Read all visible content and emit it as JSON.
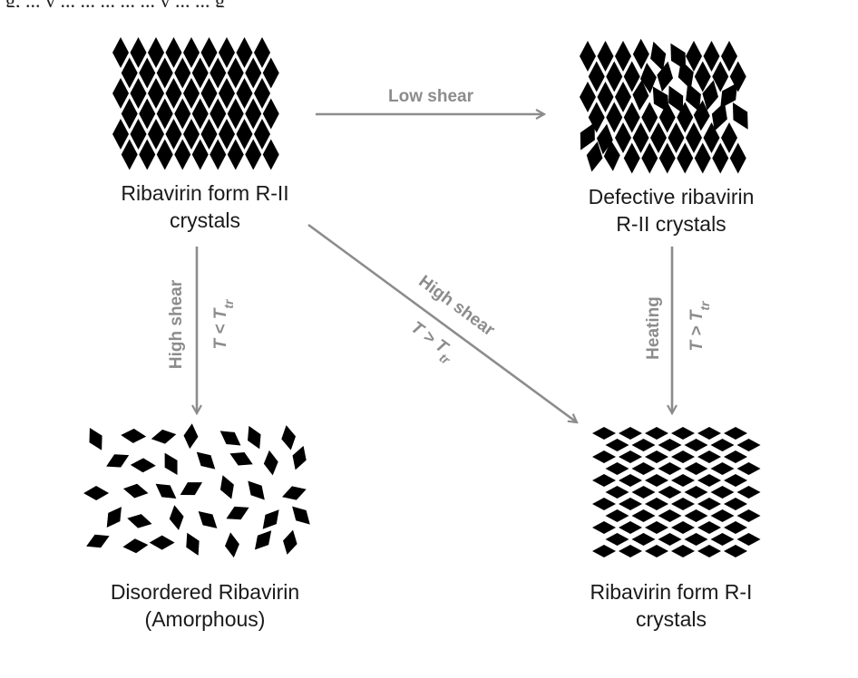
{
  "top_fragment": "g, ... y ... ... ... ... ... y ... ... g",
  "nodes": {
    "r2": {
      "line1": "Ribavirin form R-II",
      "line2": "crystals"
    },
    "defective": {
      "line1": "Defective ribavirin",
      "line2": "R-II crystals"
    },
    "amorphous": {
      "line1": "Disordered Ribavirin",
      "line2": "(Amorphous)"
    },
    "r1": {
      "line1": "Ribavirin form R-I",
      "line2": "crystals"
    }
  },
  "arrows": {
    "low_shear": {
      "label": "Low shear"
    },
    "high_shear_down": {
      "label": "High shear",
      "cond_T": "T",
      "cond_op": " < ",
      "cond_sym": "T",
      "cond_sub": "tr"
    },
    "high_shear_diag": {
      "label": "High shear",
      "cond_T": "T",
      "cond_op": " > ",
      "cond_sym": "T",
      "cond_sub": "tr"
    },
    "heating": {
      "label": "Heating",
      "cond_T": "T",
      "cond_op": " > ",
      "cond_sym": "T",
      "cond_sub": "tr"
    }
  },
  "colors": {
    "arrow": "#8c8c8c",
    "crystal": "#000000",
    "text": "#1a1a1a"
  }
}
